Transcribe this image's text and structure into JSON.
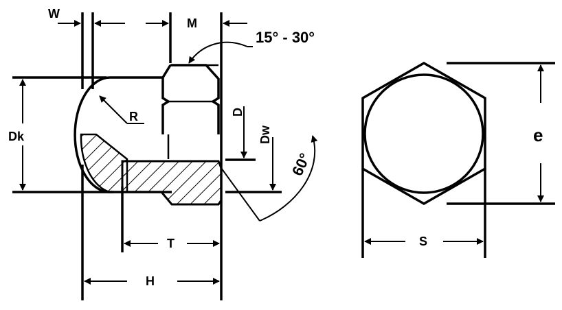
{
  "labels": {
    "w": "W",
    "m": "M",
    "angle_top": "15° - 30°",
    "r": "R",
    "dk": "Dk",
    "d": "D",
    "dw": "Dw",
    "angle_side": "60°",
    "t": "T",
    "h": "H",
    "s": "S",
    "e": "e"
  },
  "colors": {
    "line": "#000000",
    "background": "#ffffff"
  }
}
